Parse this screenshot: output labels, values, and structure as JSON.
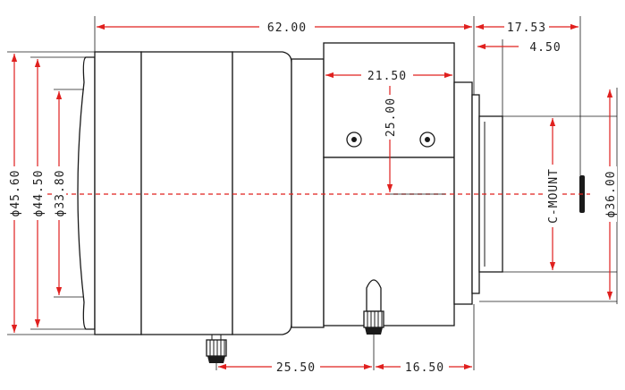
{
  "drawing": {
    "dimensions": {
      "overall_length": "62.00",
      "mount_offset": "17.53",
      "flange_offset": "4.50",
      "block_width": "21.50",
      "block_height": "25.00",
      "dia_front_outer": "ϕ45.60",
      "dia_front_mid": "ϕ44.50",
      "dia_front_inner": "ϕ33.80",
      "dia_mount": "ϕ36.00",
      "knob_spacing": "25.50",
      "knob_to_flange": "16.50"
    },
    "labels": {
      "mount_type": "C-MOUNT"
    },
    "colors": {
      "dimension": "#e0201e",
      "outline": "#1a1a1a"
    }
  }
}
